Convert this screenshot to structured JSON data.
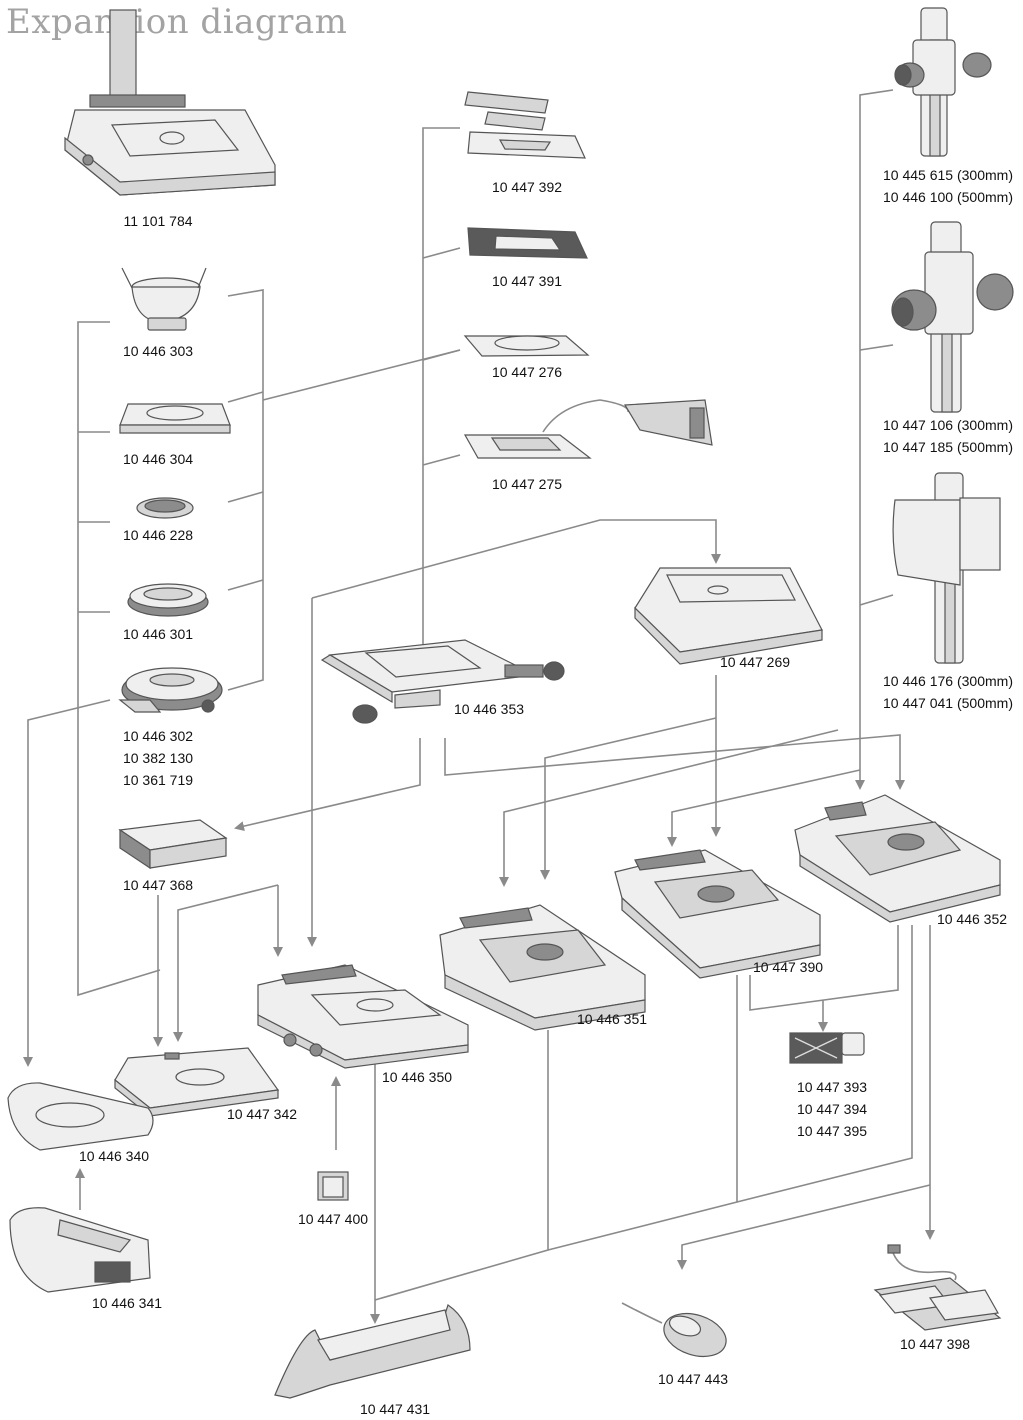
{
  "title": "Expansion diagram",
  "parts": {
    "p11101784": [
      "11 101 784"
    ],
    "p10447392": [
      "10 447 392"
    ],
    "p10445615": [
      "10 445 615 (300mm)",
      "10 446 100 (500mm)"
    ],
    "p10446303": [
      "10 446 303"
    ],
    "p10447391": [
      "10 447 391"
    ],
    "p10447276": [
      "10 447 276"
    ],
    "p10447106": [
      "10 447 106 (300mm)",
      "10 447 185 (500mm)"
    ],
    "p10446304": [
      "10 446 304"
    ],
    "p10447275": [
      "10 447 275"
    ],
    "p10446228": [
      "10 446 228"
    ],
    "p10446301": [
      "10 446 301"
    ],
    "p10447269": [
      "10 447 269"
    ],
    "p10446176": [
      "10 446 176 (300mm)",
      "10 447 041 (500mm)"
    ],
    "p10446353": [
      "10 446 353"
    ],
    "p10446302": [
      "10 446 302",
      "10 382 130",
      "10 361 719"
    ],
    "p10447368": [
      "10 447 368"
    ],
    "p10446352": [
      "10 446 352"
    ],
    "p10447390": [
      "10 447 390"
    ],
    "p10446351": [
      "10 446 351"
    ],
    "p10446350": [
      "10 446 350"
    ],
    "p10447393": [
      "10 447 393",
      "10 447 394",
      "10 447 395"
    ],
    "p10447342": [
      "10 447 342"
    ],
    "p10446340": [
      "10 446 340"
    ],
    "p10447400": [
      "10 447 400"
    ],
    "p10446341": [
      "10 446 341"
    ],
    "p10447398": [
      "10 447 398"
    ],
    "p10447443": [
      "10 447 443"
    ],
    "p10447431": [
      "10 447 431"
    ]
  }
}
